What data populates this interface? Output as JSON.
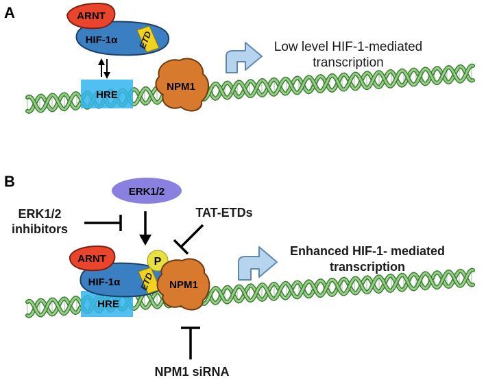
{
  "panel_a": {
    "label": "A",
    "proteins": {
      "arnt": "ARNT",
      "hif": "HIF-1α",
      "etd": "ETD",
      "npm1": "NPM1"
    },
    "hre": "HRE",
    "caption_line1": "Low level HIF-1-mediated",
    "caption_line2": "transcription"
  },
  "panel_b": {
    "label": "B",
    "erk": "ERK1/2",
    "inhibitor_line1": "ERK1/2",
    "inhibitor_line2": "inhibitors",
    "tat": "TAT-ETDs",
    "phospho": "P",
    "proteins": {
      "arnt": "ARNT",
      "hif": "HIF-1α",
      "etd": "ETD",
      "npm1": "NPM1"
    },
    "hre": "HRE",
    "caption_line1": "Enhanced HIF-1- mediated",
    "caption_line2": "transcription",
    "sirna": "NPM1 siRNA"
  },
  "colors": {
    "arnt": "#e8452c",
    "hif": "#3a7fc1",
    "etd": "#f1d21e",
    "npm1": "#d77a2e",
    "erk": "#8a80e0",
    "hre": "#33b5ee",
    "dna_dark": "#3a7f30",
    "dna_light": "#9bd08c",
    "arrow_fill": "#b7d4ef",
    "arrow_stroke": "#5f86ad"
  }
}
